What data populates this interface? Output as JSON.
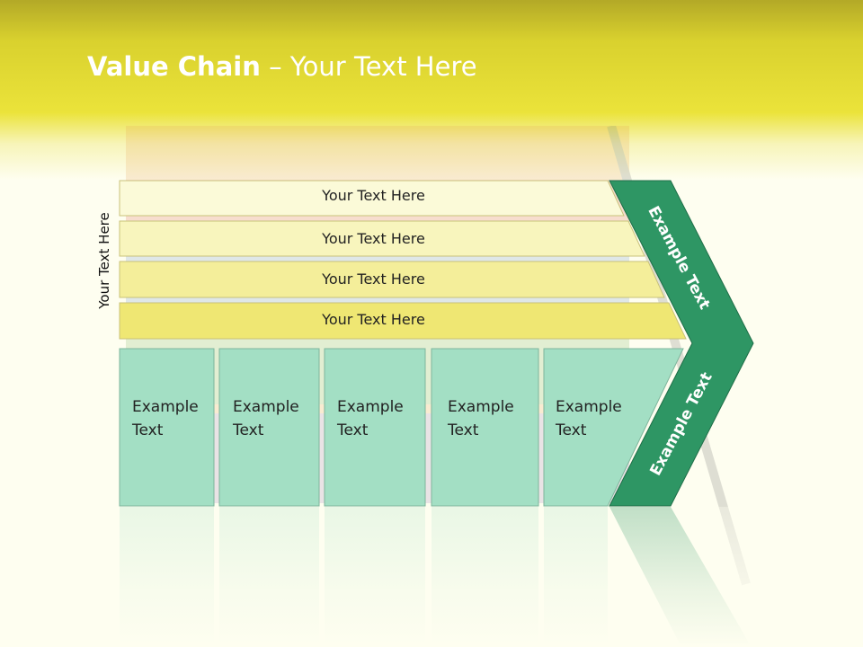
{
  "slide": {
    "title_bold": "Value Chain",
    "title_rest": " – Your Text Here",
    "side_label": "Your Text Here"
  },
  "rows": [
    {
      "label": "Your Text Here",
      "fill": "#fbfad8"
    },
    {
      "label": "Your Text Here",
      "fill": "#f8f5bd"
    },
    {
      "label": "Your Text Here",
      "fill": "#f4ee9a"
    },
    {
      "label": "Your Text Here",
      "fill": "#efe773"
    }
  ],
  "boxes": [
    {
      "line1": "Example",
      "line2": "Text"
    },
    {
      "line1": "Example",
      "line2": "Text"
    },
    {
      "line1": "Example",
      "line2": "Text"
    },
    {
      "line1": "Example",
      "line2": "Text"
    },
    {
      "line1": "Example",
      "line2": "Text"
    }
  ],
  "chevron": {
    "upper_text": "Example Text",
    "lower_text": "Example Text"
  },
  "colors": {
    "header": "#ebe33a",
    "box_fill": "#a3dfc4",
    "chevron_fill": "#2e9664",
    "title_text": "#ffffff"
  }
}
